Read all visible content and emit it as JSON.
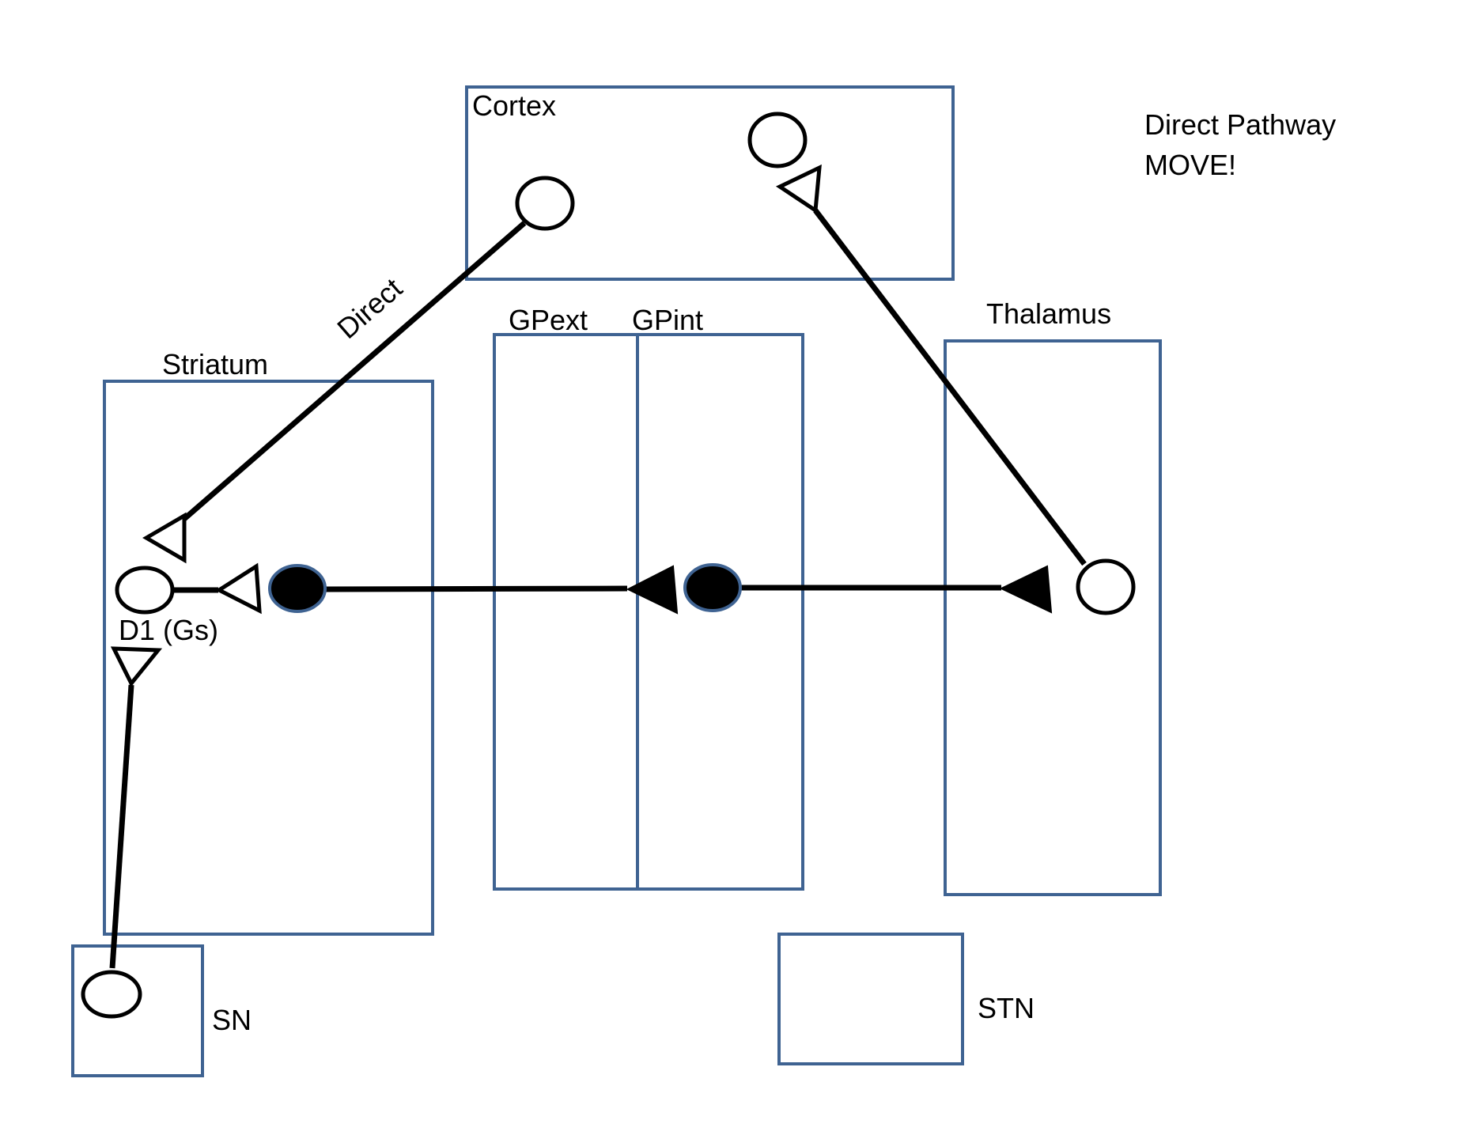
{
  "title": {
    "line1": "Direct Pathway",
    "line2": "MOVE!"
  },
  "regions": {
    "cortex": "Cortex",
    "striatum": "Striatum",
    "gpext": "GPext",
    "gpint": "GPint",
    "thalamus": "Thalamus",
    "sn": "SN",
    "stn": "STN"
  },
  "labels": {
    "direct": "Direct",
    "d1": "D1 (Gs)"
  },
  "colors": {
    "region_border": "#3f6392",
    "connection": "#000000"
  }
}
